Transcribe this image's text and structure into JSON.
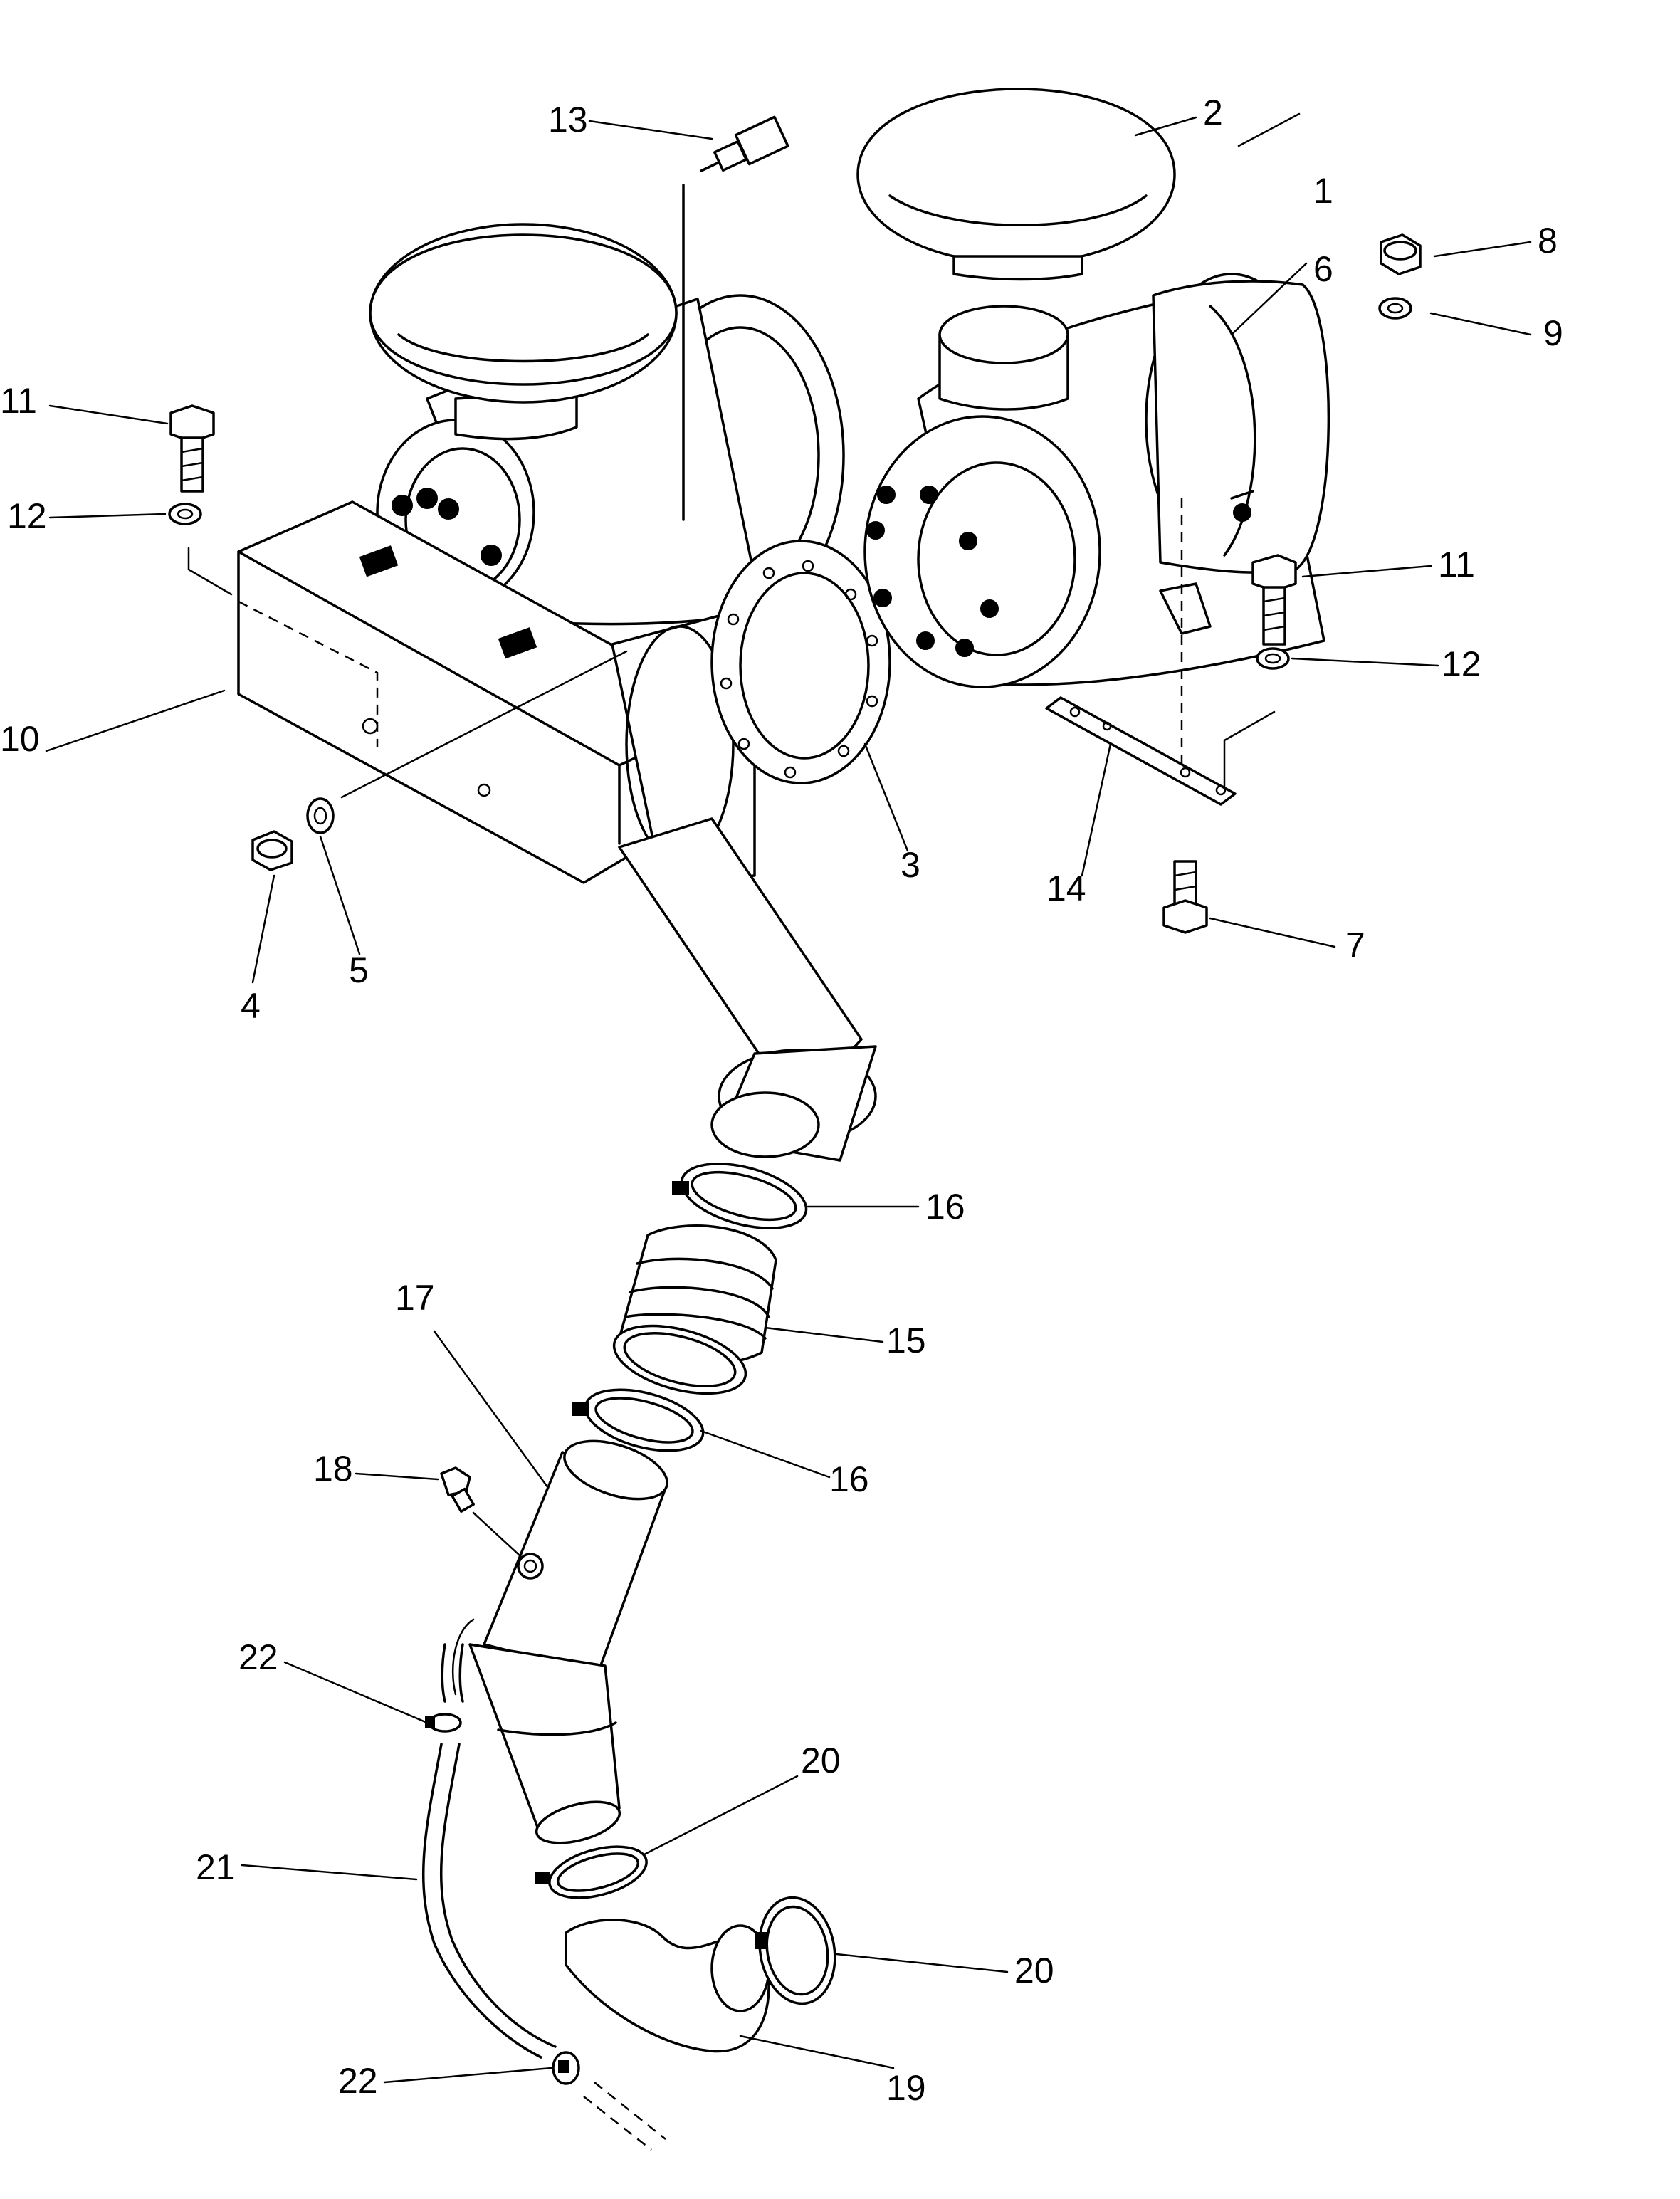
{
  "figure": {
    "type": "exploded parts diagram",
    "callouts": [
      {
        "id": "callout-1",
        "label": "1"
      },
      {
        "id": "callout-2",
        "label": "2"
      },
      {
        "id": "callout-3",
        "label": "3"
      },
      {
        "id": "callout-4",
        "label": "4"
      },
      {
        "id": "callout-5",
        "label": "5"
      },
      {
        "id": "callout-6",
        "label": "6"
      },
      {
        "id": "callout-7",
        "label": "7"
      },
      {
        "id": "callout-8",
        "label": "8"
      },
      {
        "id": "callout-9",
        "label": "9"
      },
      {
        "id": "callout-10",
        "label": "10"
      },
      {
        "id": "callout-11a",
        "label": "11"
      },
      {
        "id": "callout-11b",
        "label": "11"
      },
      {
        "id": "callout-12a",
        "label": "12"
      },
      {
        "id": "callout-12b",
        "label": "12"
      },
      {
        "id": "callout-13",
        "label": "13"
      },
      {
        "id": "callout-14",
        "label": "14"
      },
      {
        "id": "callout-15",
        "label": "15"
      },
      {
        "id": "callout-16a",
        "label": "16"
      },
      {
        "id": "callout-16b",
        "label": "16"
      },
      {
        "id": "callout-17",
        "label": "17"
      },
      {
        "id": "callout-18",
        "label": "18"
      },
      {
        "id": "callout-19",
        "label": "19"
      },
      {
        "id": "callout-20a",
        "label": "20"
      },
      {
        "id": "callout-20b",
        "label": "20"
      },
      {
        "id": "callout-21",
        "label": "21"
      },
      {
        "id": "callout-22a",
        "label": "22"
      },
      {
        "id": "callout-22b",
        "label": "22"
      }
    ]
  }
}
